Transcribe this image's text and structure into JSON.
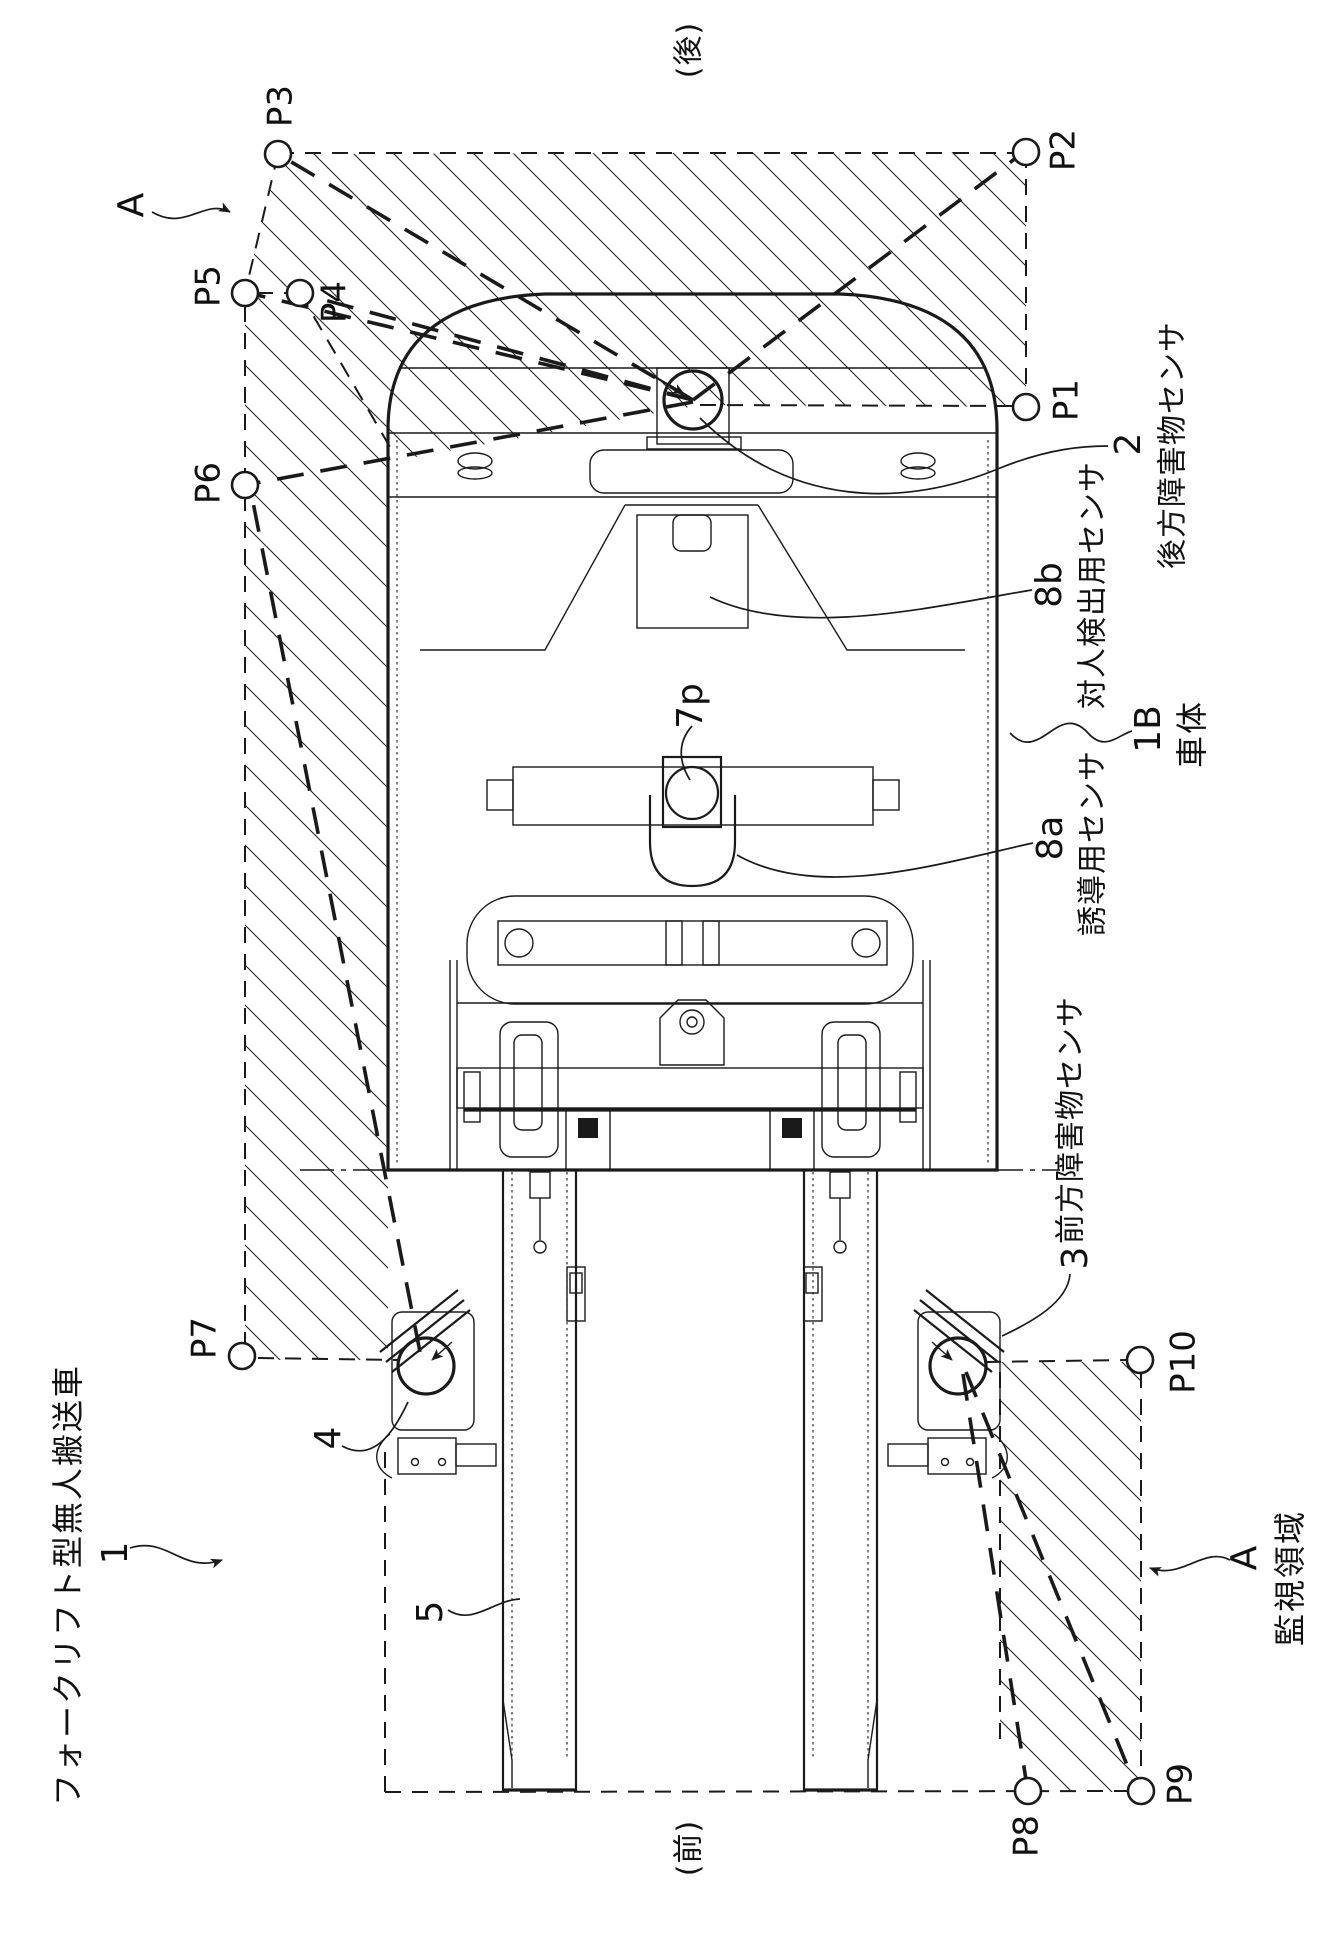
{
  "figure": {
    "orientation_rear": "(後)",
    "orientation_front": "(前)",
    "vehicle_title": "フォークリフト型無人搬送車",
    "vehicle_ref": "1",
    "area_ref_top": "A",
    "area_ref_bottom": "A",
    "area_name": "監視領域",
    "points": [
      {
        "id": "P1"
      },
      {
        "id": "P2"
      },
      {
        "id": "P3"
      },
      {
        "id": "P4"
      },
      {
        "id": "P5"
      },
      {
        "id": "P6"
      },
      {
        "id": "P7"
      },
      {
        "id": "P8"
      },
      {
        "id": "P9"
      },
      {
        "id": "P10"
      }
    ],
    "labels": {
      "rear_sensor_ref": "2",
      "rear_sensor_name": "後方障害物センサ",
      "person_sensor_ref": "8b",
      "person_sensor_name": "対人検出用センサ",
      "body_ref": "1B",
      "body_name": "車体",
      "guide_sensor_ref": "8a",
      "guide_sensor_name": "誘導用センサ",
      "pivot_ref": "7p",
      "front_sensor_ref": "3",
      "front_sensor_name": "前方障害物センサ",
      "left_front_sensor_ref": "4",
      "fork_ref": "5"
    },
    "colors": {
      "ink": "#1a1a1a",
      "paper": "#ffffff"
    }
  }
}
